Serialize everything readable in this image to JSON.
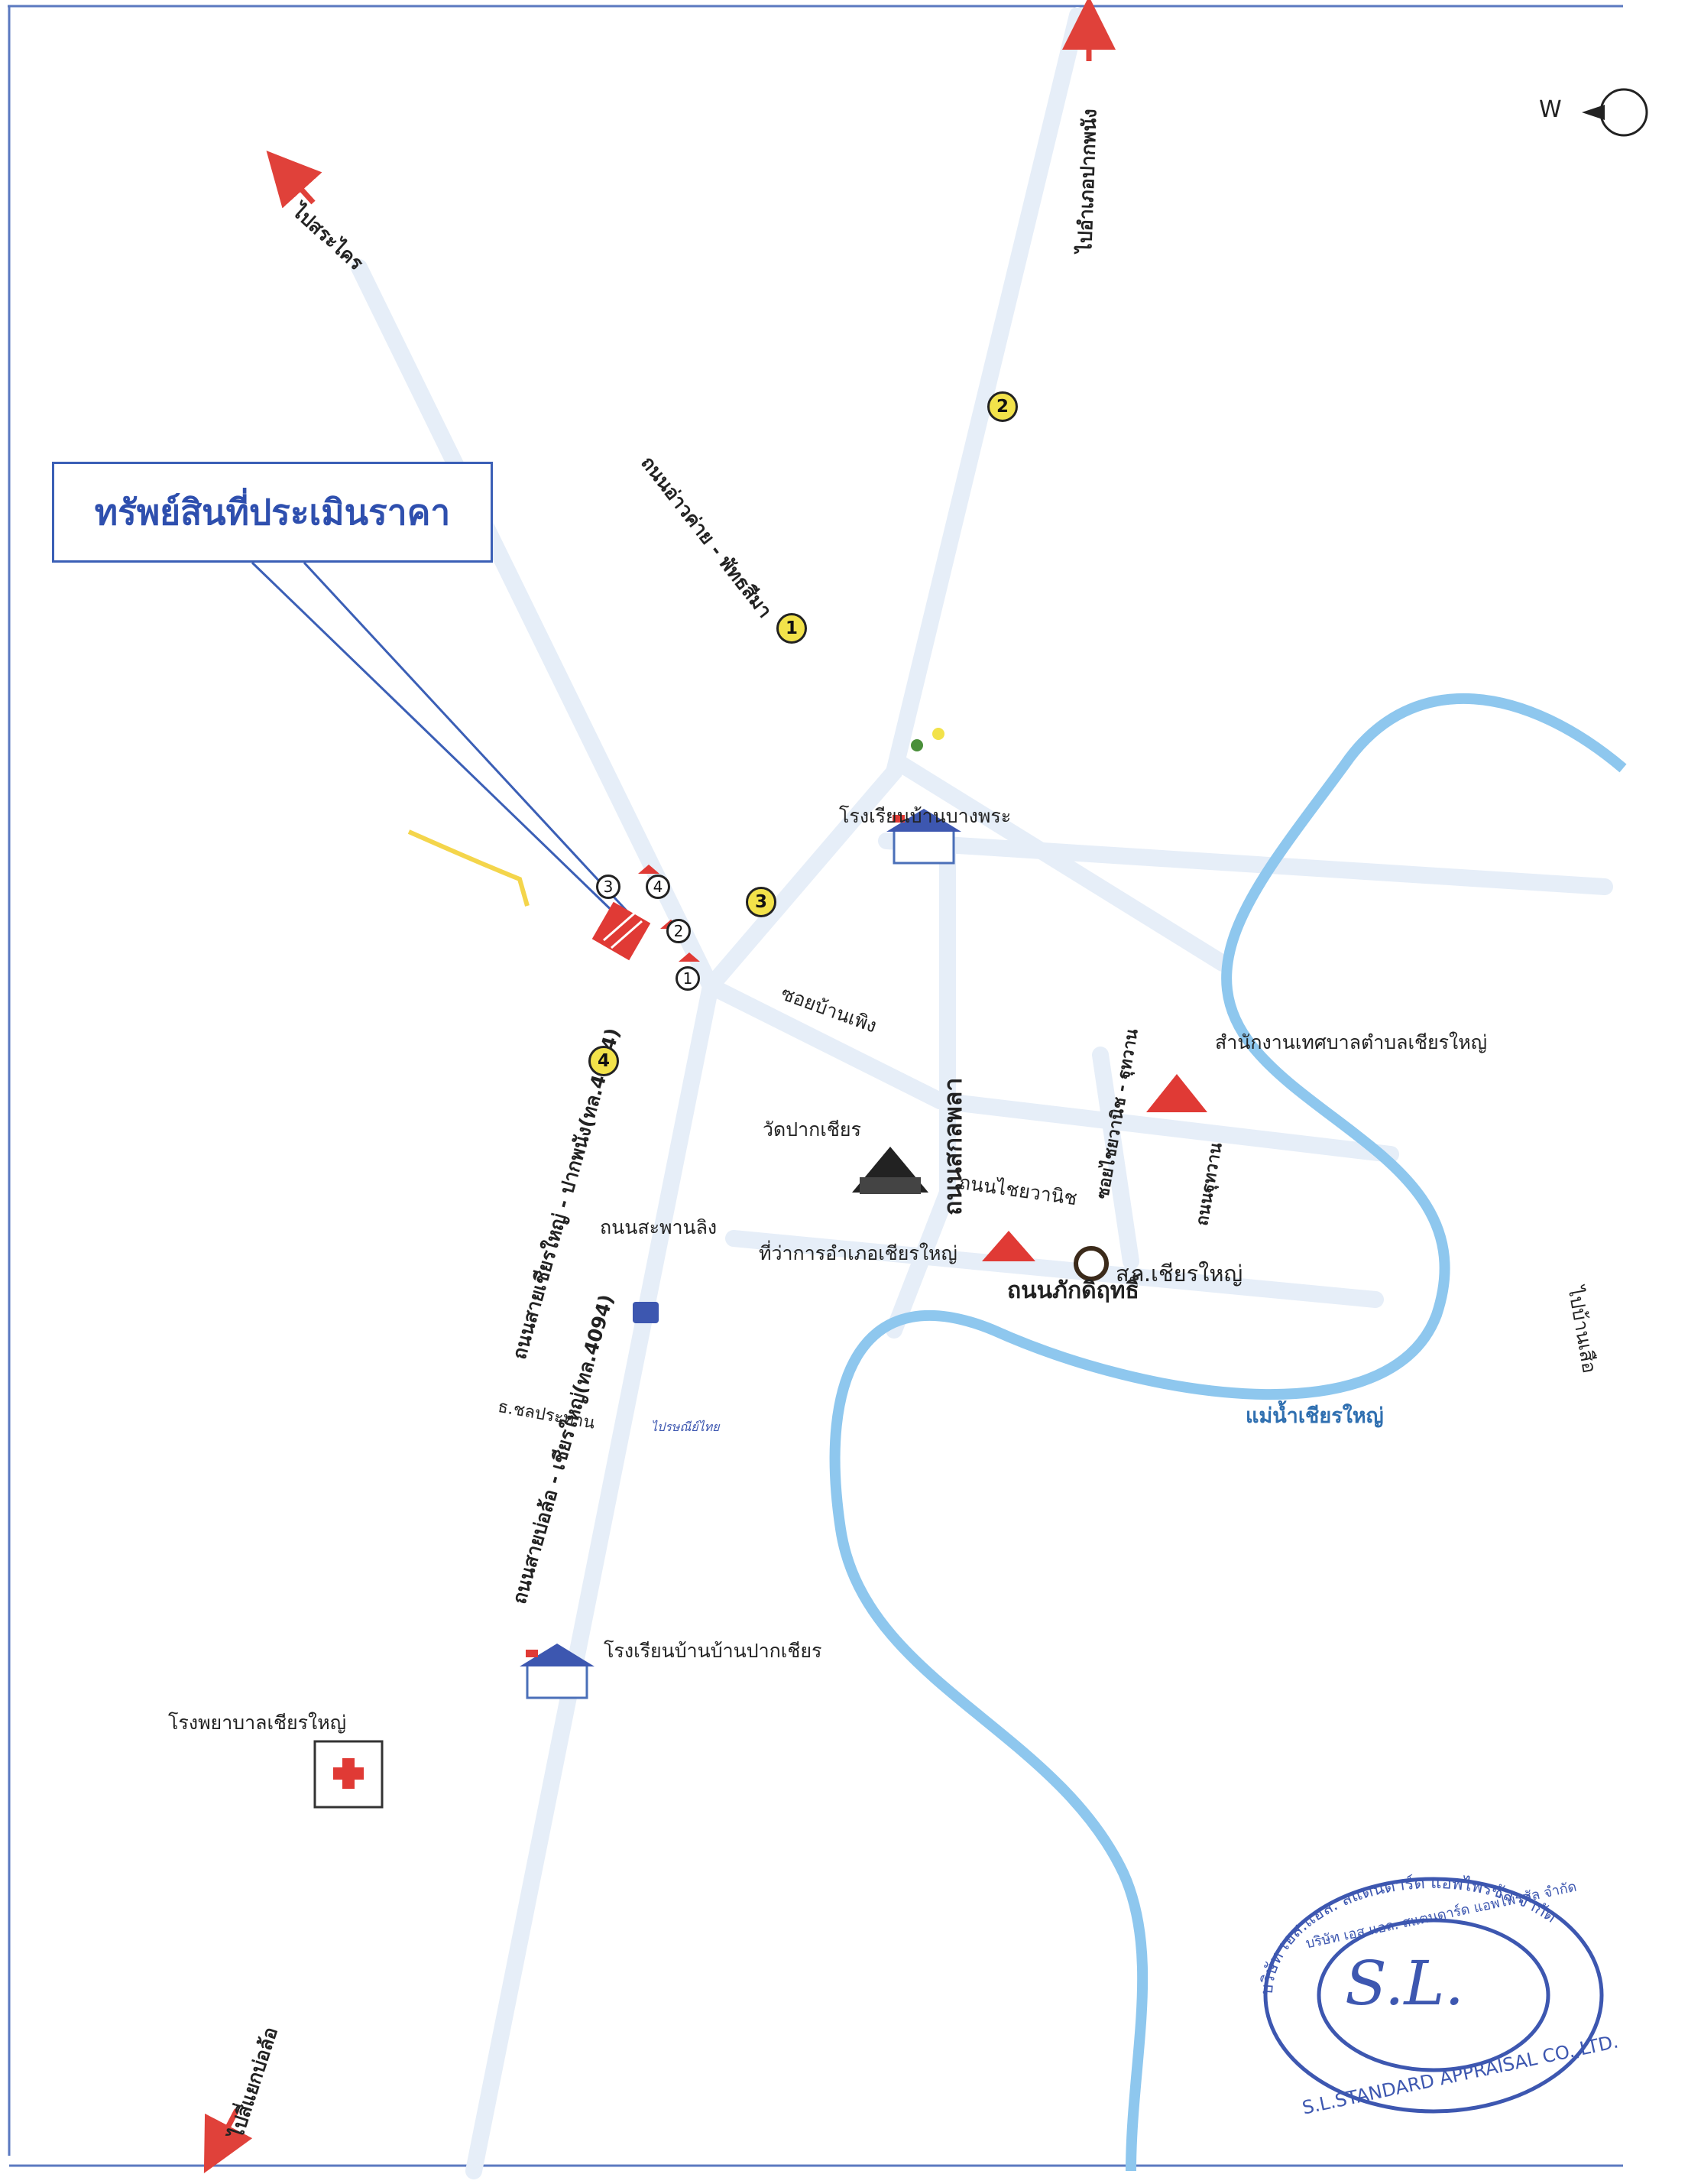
{
  "callout": {
    "title": "ทรัพย์สินที่ประเมินราคา"
  },
  "compass": {
    "letter": "W"
  },
  "directions": {
    "pra_kai": "ไปสระไคร",
    "pak_phanang": "ไปอำเภอปากพนัง",
    "yaek_pho": "ไปสี่แยกบ่อล้อ",
    "ban": "ไปบ้านเสือ"
  },
  "roads": {
    "aowai_phatsima": "ถนนอ่าวค่าย - พัทธสีมา",
    "soi_ban_phing": "ซอยบ้านเพิง",
    "sakon_phala": "ถนนสกลพลา",
    "chai_wanit": "ถนนไชยวานิช",
    "soi_chai_wanit": "ซอยไชยวานิช - ฐุทวาน",
    "chu_thawan": "ถนนฐุทวาน",
    "saphan_ling": "ถนนสะพานลิง",
    "phak_dit": "ถนนภักดิฤทธิ์",
    "sai_chian_yai_pak_phanang": "ถนนสายเชียรใหญ่ - ปากพนัง(ทล.4094)",
    "sai_bo_lo_chian_yai": "ถนนสายบ่อล้อ - เชียรใหญ่(ทล.4094)",
    "cholprathan": "ธ.ชลประทาน"
  },
  "landmarks": {
    "school_bang_phra": "โรงเรียนบ้านบางพระ",
    "municipal_office": "สำนักงานเทศบาลตำบลเชียรใหญ่",
    "wat_pak_chian": "วัดปากเชียร",
    "district_office": "ที่ว่าการอำเภอเชียรใหญ่",
    "police": "สภ.เชียรใหญ่",
    "school_pak_chian": "โรงเรียนบ้านบ้านปากเชียร",
    "hospital": "โรงพยาบาลเชียรใหญ่",
    "post_logo": "ไปรษณีย์ไทย"
  },
  "river": {
    "name": "แม่น้ำเชียรใหญ่"
  },
  "markers": {
    "m1": "1",
    "m2": "2",
    "m3": "3",
    "m4": "4"
  },
  "subject_markers": {
    "s1": "1",
    "s2": "2",
    "s3": "3",
    "s4": "4"
  },
  "colors": {
    "river": "#8ec7ee",
    "road": "#e9f0fa",
    "arrow": "#e0413a",
    "callout": "#2e4fae",
    "marker": "#f2e24a",
    "subject": "#e03a35",
    "stamp": "#3d57b0"
  },
  "stamp": {
    "monogram": "S.L.",
    "ring_top": "บริษัท เอส.แอล. สแตนดาร์ด แอพไพรซัล จำกัด",
    "ring_bottom": "S.L.STANDARD APPRAISAL CO.,LTD."
  }
}
